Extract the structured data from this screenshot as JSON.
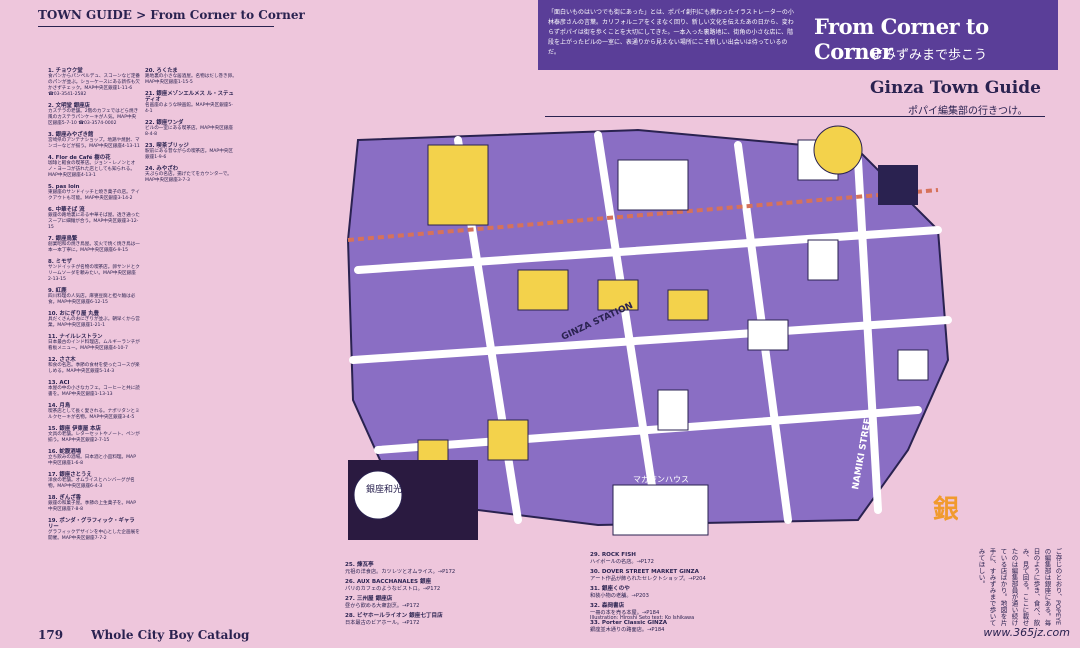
{
  "header": {
    "guide": "TOWN GUIDE > From Corner to Corner"
  },
  "title": {
    "en": "From Corner to Corner",
    "jp": "すみずみまで歩こう",
    "intro": "「面白いものはいつでも街にあった」とは、ポパイ創刊にも携わったイラストレーターの小林泰彦さんの言葉。カリフォルニアをくまなく回り、新しい文化を伝えたあの日から、変わらずポパイは街を歩くことを大切にしてきた。一本入った裏路地に、街角の小さな店に、階段を上がったビルの一室に、表通りから見えない場所にこそ新しい出会いは待っているのだ。"
  },
  "ginza": {
    "title": "Ginza Town Guide",
    "subtitle": "ポパイ編集部の行きつけ。"
  },
  "entries": [
    {
      "t": "1. チョウク堂",
      "b": "食パンからパンペルデュ、スコーンなど定番のパンが並ぶ。ショーケースにある新作も欠かさずチェック。MAP中央区銀座1-11-6 ☎03-3541-2582"
    },
    {
      "t": "2. 文明堂 銀座店",
      "b": "カステラの老舗。2階のカフェではどら焼き風のカステラパンケーキが人気。MAP中央区銀座5-7-10 ☎03-3574-0002"
    },
    {
      "t": "3. 銀座みやざき館",
      "b": "宮崎県のアンテナショップ。地鶏や焼酎、マンゴーなどが揃う。MAP中央区銀座4-13-11"
    },
    {
      "t": "4. Flor de Café 樹の花",
      "b": "珈琲と軽食の喫茶店。ジョン・レノンとオノ・ヨーコが訪れた店としても知られる。MAP中央区銀座4-13-1"
    },
    {
      "t": "5. pas loin",
      "b": "東銀座のサンドイッチと焼き菓子の店。テイクアウトも可能。MAP中央区銀座3-14-2"
    },
    {
      "t": "6. 中華そば 流",
      "b": "銀座の路地裏にある中華そば屋。透き通ったスープに細麺が合う。MAP中央区銀座3-12-15"
    },
    {
      "t": "7. 銀座鳥繁",
      "b": "創業昭和の焼き鳥屋。炭火で焼く焼き鳥は一本一本丁寧に。MAP中央区銀座6-9-15"
    },
    {
      "t": "8. ミモザ",
      "b": "サンドイッチが名物の喫茶店。卵サンドとクリームソーダを頼みたい。MAP中央区銀座2-13-15"
    },
    {
      "t": "9. 紅鹿",
      "b": "四川料理の人気店。麻婆豆腐と担々麺は必食。MAP中央区銀座6-12-15"
    },
    {
      "t": "10. おにぎり屋 丸豊",
      "b": "具だくさんのおにぎりが並ぶ。朝早くから営業。MAP中央区銀座1-21-1"
    },
    {
      "t": "11. ナイルレストラン",
      "b": "日本最古のインド料理店。ムルギーランチが看板メニュー。MAP中央区銀座4-10-7"
    },
    {
      "t": "12. ささ木",
      "b": "和食の名店。季節の食材を使ったコースが楽しめる。MAP中央区銀座5-14-3"
    },
    {
      "t": "13. ACI",
      "b": "本屋の中の小さなカフェ。コーヒーと共に読書を。MAP中央区銀座1-13-13"
    },
    {
      "t": "14. 月島",
      "b": "喫茶店として長く愛される。ナポリタンとミルクセーキが名物。MAP中央区銀座3-4-5"
    },
    {
      "t": "15. 銀座 伊東屋 本店",
      "b": "文具の老舗。レターセットやノート、ペンが揃う。MAP中央区銀座2-7-15"
    },
    {
      "t": "16. 蛇腹酒場",
      "b": "立ち飲みの酒場。日本酒と小皿料理。MAP中央区銀座1-6-8"
    },
    {
      "t": "17. 銀座さとうえ",
      "b": "洋食の老舗。オムライスとハンバーグが名物。MAP中央区銀座6-4-3"
    },
    {
      "t": "18. ぎんざ香",
      "b": "銀座の和菓子屋。季節の上生菓子を。MAP中央区銀座7-8-8"
    },
    {
      "t": "19. ポンダ・グラフィック・ギャラリー",
      "b": "グラフィックデザインを中心とした企画展を開催。MAP中央区銀座7-7-2"
    },
    {
      "t": "20. ろくたま",
      "b": "路地裏の小さな居酒屋。名物はだし巻き卵。MAP中央区銀座1-15-5"
    },
    {
      "t": "21. 銀座メゾンエルメス ル・ステュディオ",
      "b": "名画座のような映画館。MAP中央区銀座5-4-1"
    },
    {
      "t": "22. 銀座ワンダ",
      "b": "ビルの一室にある喫茶店。MAP中央区銀座8-4-8"
    },
    {
      "t": "23. 喫茶ブリッジ",
      "b": "駅前にある昔ながらの喫茶店。MAP中央区銀座1-9-6"
    },
    {
      "t": "24. みやざわ",
      "b": "天ぷらの名店。揚げたてをカウンターで。MAP中央区銀座3-7-3"
    }
  ],
  "bottom": [
    {
      "t": "25. 煉瓦亭",
      "b": "元祖の洋食店。カツレツとオムライス。→P172"
    },
    {
      "t": "26. AUX BACCHANALES 銀座",
      "b": "パリのカフェのようなビストロ。→P172"
    },
    {
      "t": "27. 三州屋 銀座店",
      "b": "昼から飲める大衆割烹。→P172"
    },
    {
      "t": "28. ビヤホールライオン 銀座七丁目店",
      "b": "日本最古のビアホール。→P172"
    },
    {
      "t": "29. ROCK FISH",
      "b": "ハイボールの名店。→P172"
    },
    {
      "t": "30. DOVER STREET MARKET GINZA",
      "b": "アート作品が飾られたセレクトショップ。→P204"
    },
    {
      "t": "31. 銀座くのや",
      "b": "和装小物の老舗。→P203"
    },
    {
      "t": "32. 森岡書店",
      "b": "一冊の本を売る本屋。→P184"
    },
    {
      "t": "33. Porter Classic GINZA",
      "b": "銀座並木通りの路面店。→P184"
    }
  ],
  "credit": "Illustration: Hiroshi Seto   text: Ko Ishikawa",
  "vertical": "ご存じのとおり、POPEYEの編集部は銀座にある。毎日のように歩き、食べ、飲み、見て回る。ここに載せたのは編集部員が通い続けている店ばかり。地図を片手に、すみずみまで歩いてみてほしい。",
  "footer": {
    "page": "179",
    "catalog": "Whole City Boy Catalog"
  },
  "map": {
    "ginza_kanji": "銀座",
    "wako": "銀座和光",
    "namiki": "NAMIKI STREET",
    "ginza_station": "GINZA STATION",
    "magazine_house": "マガジンハウス"
  },
  "watermark": "www.365jz.com",
  "colors": {
    "pink": "#eec6dc",
    "purple": "#5a3e98",
    "navy": "#2a2250",
    "yellow": "#f3d24b",
    "orange": "#f19a2d"
  }
}
